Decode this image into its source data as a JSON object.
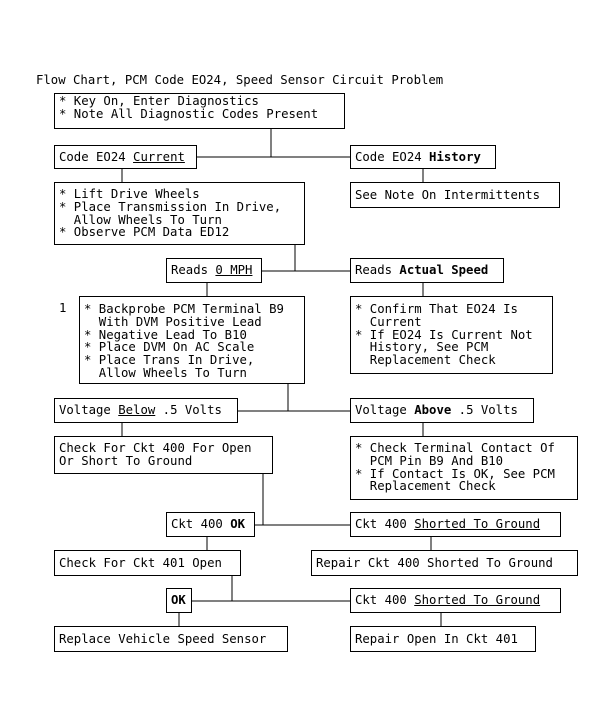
{
  "title": "Flow Chart, PCM Code EO24, Speed Sensor Circuit Problem",
  "step_number": "1",
  "boxes": {
    "start": [
      "* Key On, Enter Diagnostics",
      "* Note All Diagnostic Codes Present"
    ],
    "code_current": {
      "prefix": "Code EO24 ",
      "emph": "Current"
    },
    "code_history": {
      "prefix": "Code EO24 ",
      "emph": "History"
    },
    "see_note": "See Note On Intermittents",
    "lift": [
      "* Lift Drive Wheels",
      "* Place Transmission In Drive,",
      "  Allow Wheels To Turn",
      "* Observe PCM Data ED12"
    ],
    "reads_0": {
      "prefix": "Reads ",
      "emph": "0 MPH"
    },
    "reads_actual": {
      "prefix": "Reads ",
      "emph": "Actual Speed"
    },
    "backprobe": [
      "* Backprobe PCM Terminal B9",
      "  With DVM Positive Lead",
      "* Negative Lead To B10",
      "* Place DVM On AC Scale",
      "* Place Trans In Drive,",
      "  Allow Wheels To Turn"
    ],
    "confirm": [
      "* Confirm That EO24 Is",
      "  Current",
      "* If EO24 Is Current Not",
      "  History, See PCM",
      "  Replacement Check"
    ],
    "volt_below": {
      "prefix": "Voltage ",
      "emph": "Below",
      "suffix": " .5 Volts"
    },
    "volt_above": {
      "prefix": "Voltage ",
      "emph": "Above",
      "suffix": " .5 Volts"
    },
    "check400": [
      "Check For Ckt 400 For Open",
      "Or Short To Ground"
    ],
    "check_terminal": [
      "* Check Terminal Contact Of",
      "  PCM Pin B9 And B10",
      "* If Contact Is OK, See PCM",
      "  Replacement Check"
    ],
    "ckt400_ok": {
      "prefix": "Ckt 400 ",
      "emph": "OK"
    },
    "ckt400_shorted_1": {
      "prefix": "Ckt 400 ",
      "emph": "Shorted To Ground"
    },
    "check401": "Check For Ckt 401 Open",
    "repair400": "Repair Ckt 400 Shorted To Ground",
    "ok": "OK",
    "ckt400_shorted_2": {
      "prefix": "Ckt 400 ",
      "emph": "Shorted To Ground"
    },
    "replace_vss": "Replace Vehicle Speed Sensor",
    "repair401": "Repair Open In Ckt 401"
  }
}
